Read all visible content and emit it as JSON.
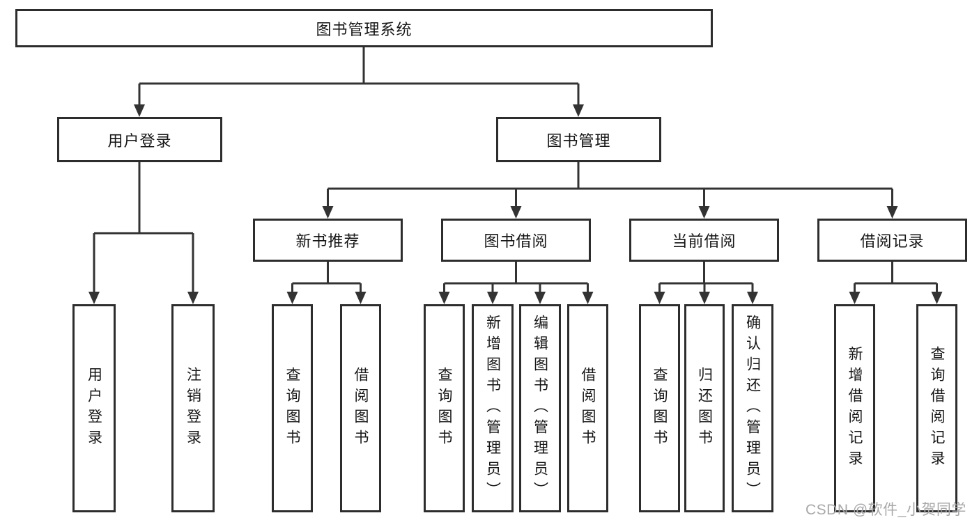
{
  "diagram": {
    "type": "tree",
    "root": {
      "label": "图书管理系统"
    },
    "level2": [
      {
        "id": "user_login",
        "label": "用户登录"
      },
      {
        "id": "book_management",
        "label": "图书管理"
      }
    ],
    "level3": [
      {
        "id": "new_book_recommend",
        "label": "新书推荐",
        "parent": "book_management"
      },
      {
        "id": "book_borrow",
        "label": "图书借阅",
        "parent": "book_management"
      },
      {
        "id": "current_borrow",
        "label": "当前借阅",
        "parent": "book_management"
      },
      {
        "id": "borrow_records",
        "label": "借阅记录",
        "parent": "book_management"
      }
    ],
    "leaves": {
      "user_login": [
        "用户登录",
        "注销登录"
      ],
      "new_book_recommend": [
        "查询图书",
        "借阅图书"
      ],
      "book_borrow": [
        "查询图书",
        "新增图书（管理员）",
        "编辑图书（管理员）",
        "借阅图书"
      ],
      "current_borrow": [
        "查询图书",
        "归还图书",
        "确认归还（管理员）"
      ],
      "borrow_records": [
        "新增借阅记录",
        "查询借阅记录"
      ]
    },
    "line_color": "#333333",
    "border_color": "#2d2d2d",
    "text_color": "#161616"
  },
  "watermark": {
    "text": "CSDN @软件_小贺同学",
    "color": "#a8a8aa"
  }
}
